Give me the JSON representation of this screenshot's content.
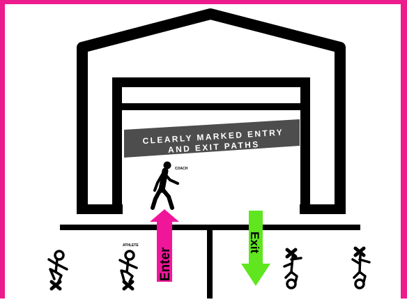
{
  "banner": {
    "line1": "CLEARLY MARKED ENTRY",
    "line2": "AND EXIT PATHS"
  },
  "labels": {
    "coach": "COACH",
    "athlete": "ATHLETE"
  },
  "arrows": {
    "enter": {
      "label": "Enter",
      "color": "#f0169a"
    },
    "exit": {
      "label": "Exit",
      "color": "#5fe61e"
    }
  },
  "colors": {
    "frame": "#ec1c8c",
    "ink": "#000000",
    "banner_bg": "#4d4d4d",
    "banner_text": "#ffffff"
  },
  "icons": {
    "building": "garage-outline-icon",
    "coach": "walking-person-icon",
    "athletes": "stick-figure-icon"
  }
}
